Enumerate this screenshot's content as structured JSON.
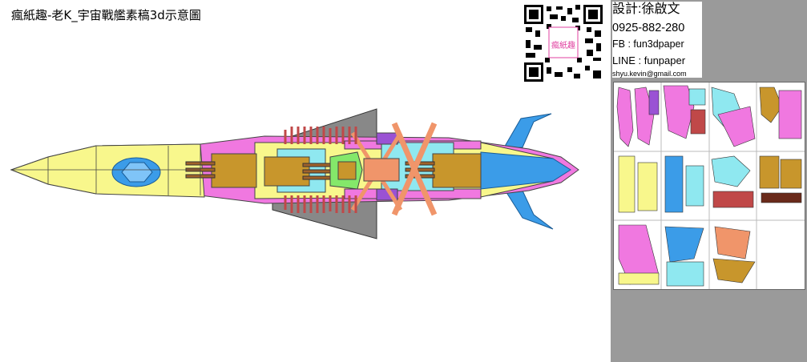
{
  "title": "瘋紙趣-老K_宇宙戰艦素稿3d示意圖",
  "contact": {
    "designer": "設計:徐啟文",
    "phone": "0925-882-280",
    "fb": "FB : fun3dpaper",
    "line": "LINE : funpaper",
    "email": "shyu.kevin@gmail.com"
  },
  "qr": {
    "caption": "瘋紙趣"
  },
  "colors": {
    "yellow": "#f8f78c",
    "magenta": "#f078e0",
    "blue": "#3b9ce8",
    "cyan": "#8fe8f0",
    "brown": "#c8962c",
    "salmon": "#f0956a",
    "green": "#84e86a",
    "purple": "#9a52d4",
    "gray": "#888888",
    "panel": "#9a9a9a"
  }
}
